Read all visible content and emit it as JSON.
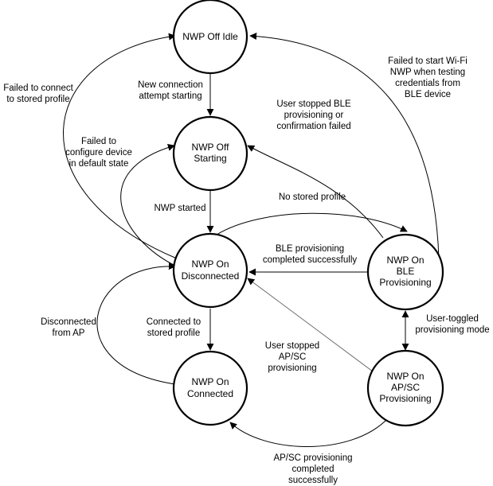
{
  "states": {
    "off_idle": [
      "NWP Off Idle"
    ],
    "off_starting": [
      "NWP Off",
      "Starting"
    ],
    "on_disconnected": [
      "NWP On",
      "Disconnected"
    ],
    "on_connected": [
      "NWP On",
      "Connected"
    ],
    "on_ble": [
      "NWP On",
      "BLE",
      "Provisioning"
    ],
    "on_apsc": [
      "NWP On",
      "AP/SC",
      "Provisioning"
    ]
  },
  "transitions": {
    "new_connection": [
      "New connection",
      "attempt starting"
    ],
    "nwp_started": [
      "NWP started"
    ],
    "connected_to_stored": [
      "Connected to",
      "stored profile"
    ],
    "failed_connect_stored": [
      "Failed to connect",
      "to stored profile"
    ],
    "failed_configure": [
      "Failed to",
      "configure device",
      "in default state"
    ],
    "disconnected_from_ap": [
      "Disconnected",
      "from AP"
    ],
    "no_stored_profile": [
      "No stored profile"
    ],
    "ble_completed": [
      "BLE provisioning",
      "completed successfully"
    ],
    "user_stopped_ble": [
      "User stopped BLE",
      "provisioning or",
      "confirmation failed"
    ],
    "failed_start_wifi": [
      "Failed to start Wi-Fi",
      "NWP when testing",
      "credentials from",
      "BLE device"
    ],
    "user_toggled": [
      "User-toggled",
      "provisioning mode"
    ],
    "user_stopped_apsc": [
      "User stopped",
      "AP/SC",
      "provisioning"
    ],
    "apsc_completed": [
      "AP/SC provisioning",
      "completed",
      "successfully"
    ]
  }
}
